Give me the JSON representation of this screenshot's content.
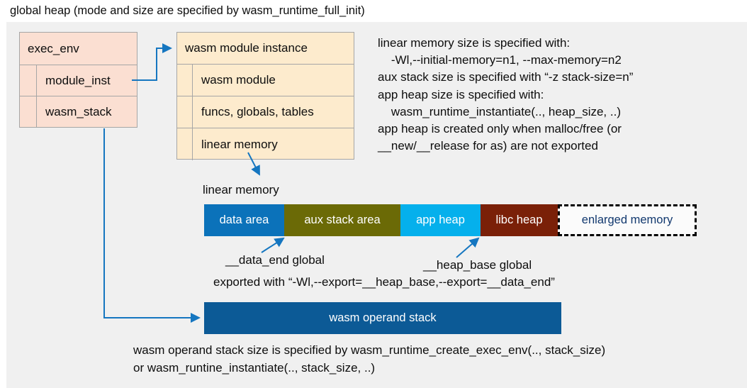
{
  "caption": "global heap (mode and size are specified by wasm_runtime_full_init)",
  "exec_env": {
    "title": "exec_env",
    "fields": [
      {
        "label": "module_inst"
      },
      {
        "label": "wasm_stack"
      }
    ]
  },
  "module_instance": {
    "title": "wasm module instance",
    "fields": [
      {
        "label": "wasm module"
      },
      {
        "label": "funcs, globals, tables"
      },
      {
        "label": "linear memory"
      }
    ]
  },
  "notes": "linear memory size is specified with:\n    -Wl,--initial-memory=n1, --max-memory=n2\naux stack size is specified with “-z stack-size=n”\napp heap size is specified with:\n    wasm_runtime_instantiate(.., heap_size, ..)\napp heap is created only when malloc/free (or\n__new/__release for as) are not exported",
  "linear_memory": {
    "label": "linear memory",
    "segments": [
      {
        "label": "data area",
        "color": "#0b72ba",
        "width": 113
      },
      {
        "label": "aux stack area",
        "color": "#6b6a06",
        "width": 164
      },
      {
        "label": "app heap",
        "color": "#05b0ec",
        "width": 113
      },
      {
        "label": "libc heap",
        "color": "#7a2008",
        "width": 109
      },
      {
        "label": "enlarged memory",
        "color": "#fbfbfb",
        "width": 196,
        "dashed": true
      }
    ]
  },
  "annotations": {
    "data_end": "__data_end global",
    "heap_base": "__heap_base global",
    "exported": "exported with “-Wl,--export=__heap_base,--export=__data_end”"
  },
  "operand_stack": {
    "label": "wasm operand stack"
  },
  "bottom_note": "wasm operand stack size is specified by wasm_runtime_create_exec_env(.., stack_size)\nor wasm_runtine_instantiate(.., stack_size, ..)",
  "colors": {
    "panel_background": "#f0f0f0",
    "exec_env_fill": "#fbdfd2",
    "module_instance_fill": "#fdebcd",
    "connector": "#1576c0",
    "operand_stack_fill": "#0c5a96",
    "box_border": "#a6a6a6"
  }
}
